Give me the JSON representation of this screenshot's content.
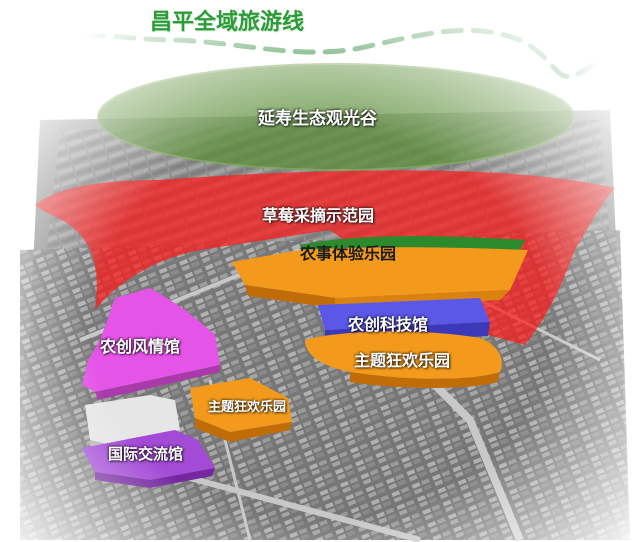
{
  "title": "昌平全域旅游线",
  "labels": {
    "yanshou_valley": "延寿生态观光谷",
    "strawberry_park": "草莓采摘示范园",
    "farm_experience": "农事体验乐园",
    "agri_tech_hall": "农创科技馆",
    "theme_park_large": "主题狂欢乐园",
    "folk_hall": "农创风情馆",
    "theme_park_small": "主题狂欢乐园",
    "intl_exchange_hall": "国际交流馆"
  },
  "colors": {
    "route": "#2e8b3a",
    "valley": "#5e8f3c",
    "strawberry_zone": "#ff1a1a",
    "farm_zone": "#f39a1c",
    "farm_green_band": "#2c8a2c",
    "tech_hall": "#5b58e8",
    "folk_hall": "#e454e6",
    "intl_hall": "#a34ad6",
    "white_building": "#e6e6e6"
  }
}
